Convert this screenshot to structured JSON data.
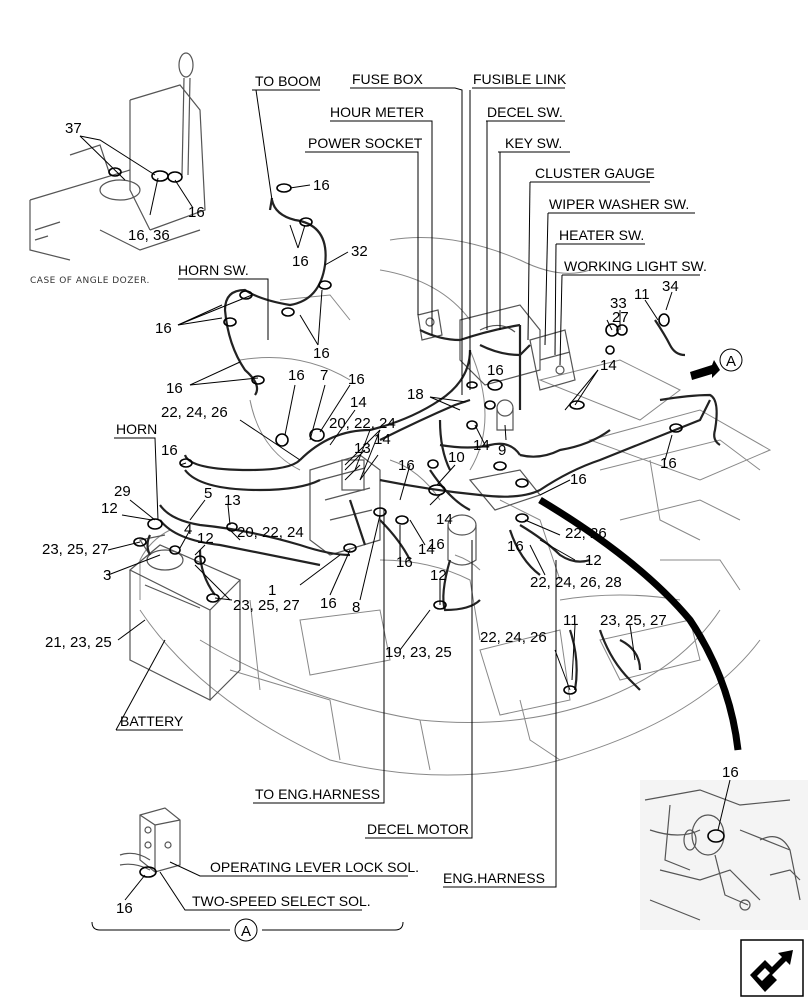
{
  "labels": {
    "to_boom": "TO BOOM",
    "fuse_box": "FUSE BOX",
    "fusible_link": "FUSIBLE LINK",
    "hour_meter": "HOUR METER",
    "decel_sw": "DECEL SW.",
    "power_socket": "POWER SOCKET",
    "key_sw": "KEY SW.",
    "cluster_gauge": "CLUSTER GAUGE",
    "wiper_washer_sw": "WIPER WASHER SW.",
    "heater_sw": "HEATER SW.",
    "working_light_sw": "WORKING LIGHT SW.",
    "horn_sw": "HORN SW.",
    "horn": "HORN",
    "battery": "BATTERY",
    "to_eng_harness": "TO ENG.HARNESS",
    "decel_motor": "DECEL MOTOR",
    "eng_harness": "ENG.HARNESS",
    "operating_lever_lock_sol": "OPERATING LEVER LOCK SOL.",
    "two_speed_select_sol": "TWO-SPEED SELECT SOL.",
    "case_of_angle_dozer": "CASE OF ANGLE DOZER."
  },
  "view_markers": {
    "a_top": "A",
    "a_bottom": "A"
  },
  "callouts": {
    "c37": "37",
    "c16_inset_a": "16",
    "c16_36": "16, 36",
    "c16_boom": "16",
    "c16_boom2": "16",
    "c32": "32",
    "c16_hornsw": "16",
    "c16_hornsw2": "16",
    "c16_left": "16",
    "c16_center": "16",
    "c7": "7",
    "c16_c2": "16",
    "c22_24_26_a": "22, 24, 26",
    "c14_a": "14",
    "c20_22_24_a": "20, 22, 24",
    "c14_b": "14",
    "c13_a": "13",
    "c16_mid": "16",
    "c18": "18",
    "c16_keysw": "16",
    "c14_c": "14",
    "c9": "9",
    "c10": "10",
    "c14_right": "14",
    "c27": "27",
    "c33": "33",
    "c11_a": "11",
    "c34": "34",
    "c16_right": "16",
    "c16_right2": "16",
    "c16_horn": "16",
    "c29": "29",
    "c5": "5",
    "c12_a": "12",
    "c13_b": "13",
    "c4": "4",
    "c12_b": "12",
    "c20_22_24_b": "20, 22, 24",
    "c23_25_27_a": "23, 25, 27",
    "c3": "3",
    "c1": "1",
    "c16_low": "16",
    "c8": "8",
    "c16_low2": "16",
    "c16_low3": "16",
    "c14_d": "14",
    "c14_e": "14",
    "c16_dm": "16",
    "c22_26": "22, 26",
    "c12_c": "12",
    "c22_24_26_28": "22, 24, 26, 28",
    "c23_25_27_b": "23, 25, 27",
    "c21_23_25": "21, 23, 25",
    "c12_d": "12",
    "c19_23_25": "19, 23, 25",
    "c22_24_26_b": "22, 24, 26",
    "c11_b": "11",
    "c23_25_27_c": "23, 25, 27",
    "c16_photo": "16",
    "c16_inset_b": "16"
  }
}
